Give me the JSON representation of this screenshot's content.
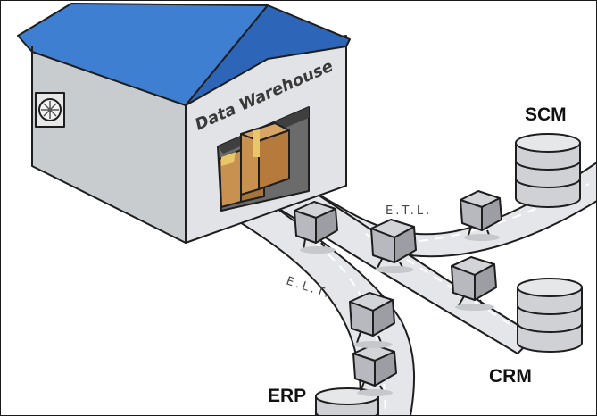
{
  "warehouse": {
    "sign": "Data Warehouse"
  },
  "sources": {
    "scm": "SCM",
    "crm": "CRM",
    "erp": "ERP"
  },
  "flows": {
    "etl": "E.T.L.",
    "elt": "E.L.T."
  },
  "colors": {
    "roof": "#3f7fd2",
    "wall": "#d7d9dc",
    "road": "#e4e6ea",
    "box": "#b7b9be",
    "crate": "#c8914f",
    "tape": "#e8c76a"
  }
}
